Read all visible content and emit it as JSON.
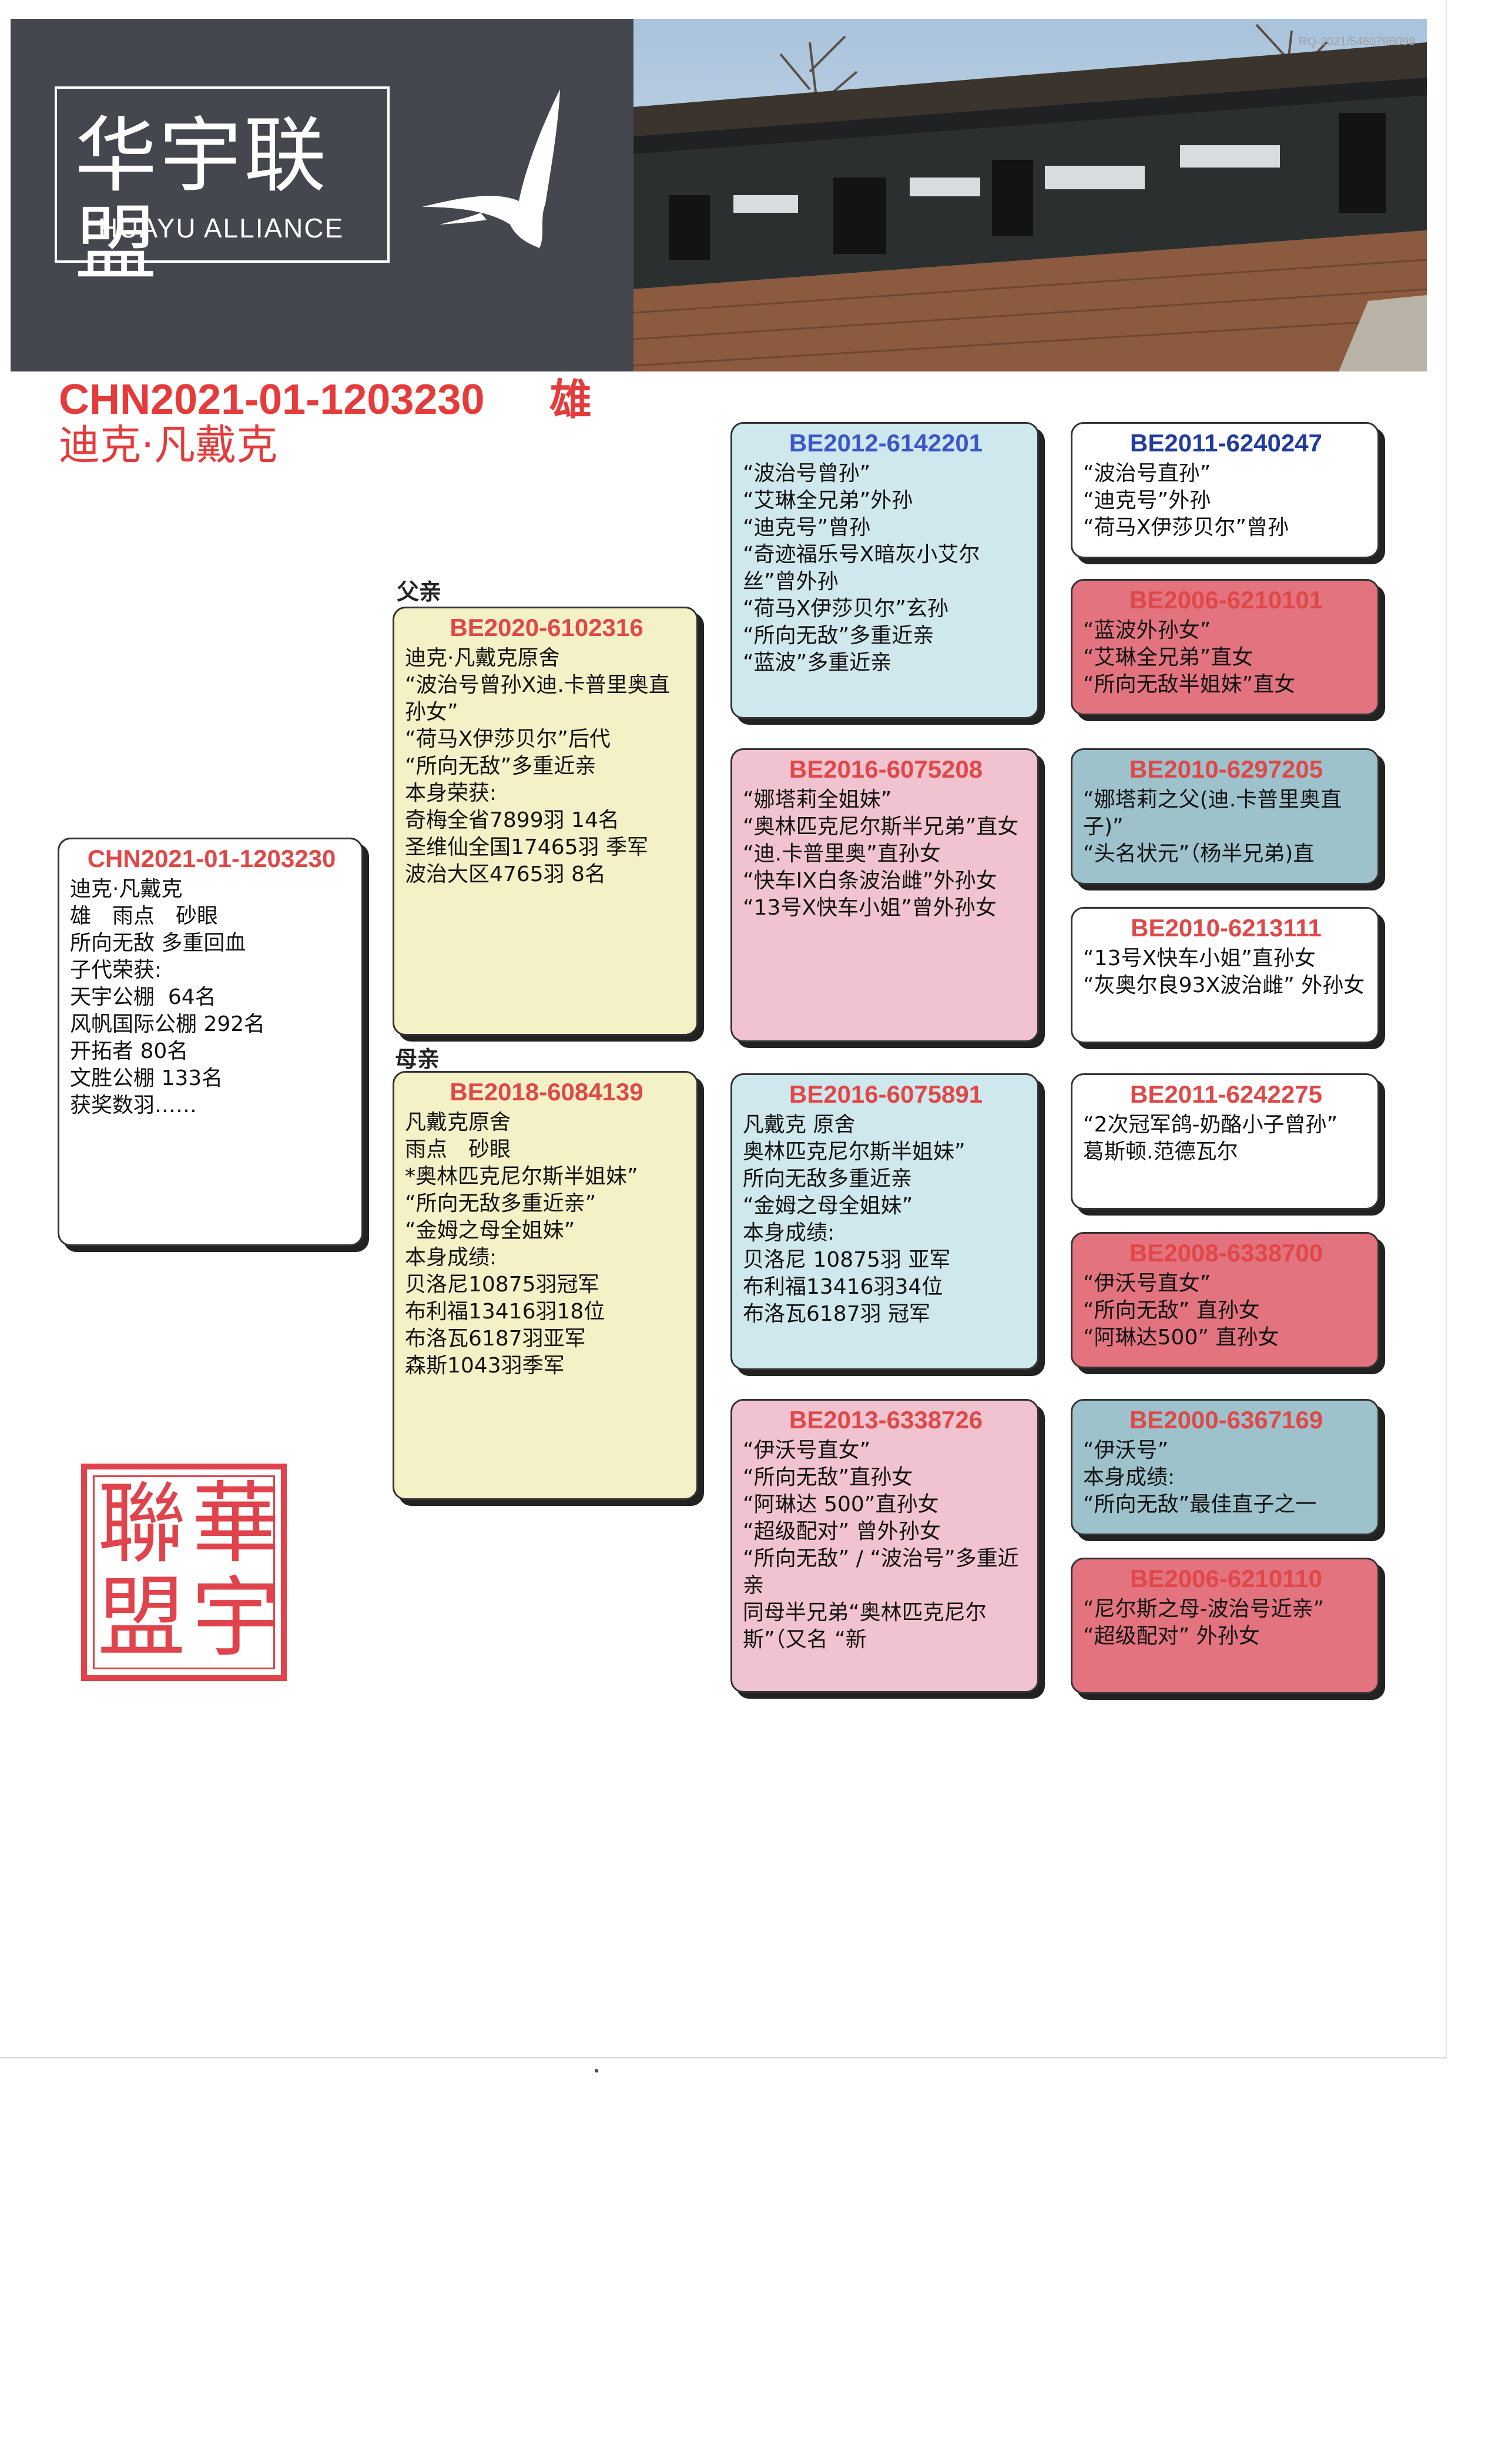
{
  "header": {
    "logo_cn": "华宇联盟",
    "logo_en": "HUAYU ALLIANCE",
    "photo_code": "RQ-2021/5460796099"
  },
  "subject": {
    "ring": "CHN2021-01-1203230",
    "sex": "雄",
    "name": "迪克·凡戴克"
  },
  "roles": {
    "father": "父亲",
    "mother": "母亲"
  },
  "self_card": {
    "ring": "CHN2021-01-1203230",
    "lines": [
      "迪克·凡戴克",
      "雄　雨点　砂眼",
      "所向无敌 多重回血",
      "子代荣获:",
      "天宇公棚  64名",
      "风帆国际公棚 292名",
      "开拓者 80名",
      "文胜公棚 133名",
      "获奖数羽……"
    ]
  },
  "father": {
    "ring": "BE2020-6102316",
    "lines": [
      "迪克·凡戴克原舍",
      "“波治号曾孙X迪.卡普里奥直孙女”",
      "“荷马X伊莎贝尔”后代",
      "“所向无敌”多重近亲",
      "本身荣获:",
      "奇梅全省7899羽 14名",
      "圣维仙全国17465羽 季军",
      "波治大区4765羽 8名"
    ]
  },
  "mother": {
    "ring": "BE2018-6084139",
    "lines": [
      "凡戴克原舍",
      "雨点　砂眼",
      "*奥林匹克尼尔斯半姐妹”",
      "“所向无敌多重近亲”",
      "“金姆之母全姐妹”",
      "本身成绩:",
      "贝洛尼10875羽冠军",
      "布利福13416羽18位",
      "布洛瓦6187羽亚军",
      "森斯1043羽季军"
    ]
  },
  "ff": {
    "ring": "BE2012-6142201",
    "lines": [
      "“波治号曾孙”",
      "“艾琳全兄弟”外孙",
      "“迪克号”曾孙",
      "“奇迹福乐号X暗灰小艾尔丝”曾外孙",
      "“荷马X伊莎贝尔”玄孙",
      "“所向无敌”多重近亲",
      "“蓝波”多重近亲"
    ]
  },
  "fm": {
    "ring": "BE2016-6075208",
    "lines": [
      "“娜塔莉全姐妹”",
      "“奥林匹克尼尔斯半兄弟”直女",
      "“迪.卡普里奥”直孙女",
      "“快车IX白条波治雌”外孙女",
      "“13号X快车小姐”曾外孙女"
    ]
  },
  "mf": {
    "ring": "BE2016-6075891",
    "lines": [
      "凡戴克 原舍",
      "奥林匹克尼尔斯半姐妹”",
      "所向无敌多重近亲",
      "“金姆之母全姐妹”",
      "本身成绩:",
      "贝洛尼 10875羽 亚军",
      "布利福13416羽34位",
      "布洛瓦6187羽 冠军"
    ]
  },
  "mm": {
    "ring": "BE2013-6338726",
    "lines": [
      "“伊沃号直女”",
      "“所向无敌”直孙女",
      "“阿琳达 500”直孙女",
      "“超级配对” 曾外孙女",
      "“所向无敌” / “波治号”多重近亲",
      "同母半兄弟“奥林匹克尼尔斯”（又名 “新"
    ]
  },
  "fff": {
    "ring": "BE2011-6240247",
    "lines": [
      "“波治号直孙”",
      "“迪克号”外孙",
      "“荷马X伊莎贝尔”曾孙"
    ]
  },
  "ffm": {
    "ring": "BE2006-6210101",
    "lines": [
      "“蓝波外孙女”",
      "“艾琳全兄弟”直女",
      "“所向无敌半姐妹”直女"
    ]
  },
  "fmf": {
    "ring": "BE2010-6297205",
    "lines": [
      "“娜塔莉之父(迪.卡普里奥直子)”",
      "“头名状元”（杨半兄弟)直"
    ]
  },
  "fmm": {
    "ring": "BE2010-6213111",
    "lines": [
      "“13号X快车小姐”直孙女",
      "“灰奥尔良93X波治雌” 外孙女"
    ]
  },
  "mff": {
    "ring": "BE2011-6242275",
    "lines": [
      "“2次冠军鸽-奶酪小子曾孙”",
      "葛斯顿.范德瓦尔"
    ]
  },
  "mfm": {
    "ring": "BE2008-6338700",
    "lines": [
      "“伊沃号直女”",
      "“所向无敌” 直孙女",
      "“阿琳达500” 直孙女"
    ]
  },
  "mmf": {
    "ring": "BE2000-6367169",
    "lines": [
      "“伊沃号”",
      "本身成绩:",
      "“所向无敌”最佳直子之一"
    ]
  },
  "mmm": {
    "ring": "BE2006-6210110",
    "lines": [
      "“尼尔斯之母-波治号近亲”",
      "“超级配对” 外孙女"
    ]
  },
  "seal": {
    "chars": [
      "華",
      "宇",
      "聯",
      "盟"
    ]
  },
  "colors": {
    "title_red": "#e53b3b",
    "card_yellow": "#f4f1c6",
    "card_blue": "#cfe8ee",
    "card_pink": "#f1c3d0",
    "card_steel": "#9dc2cc",
    "card_red": "#e3737e",
    "seal_red": "#e0434b"
  }
}
